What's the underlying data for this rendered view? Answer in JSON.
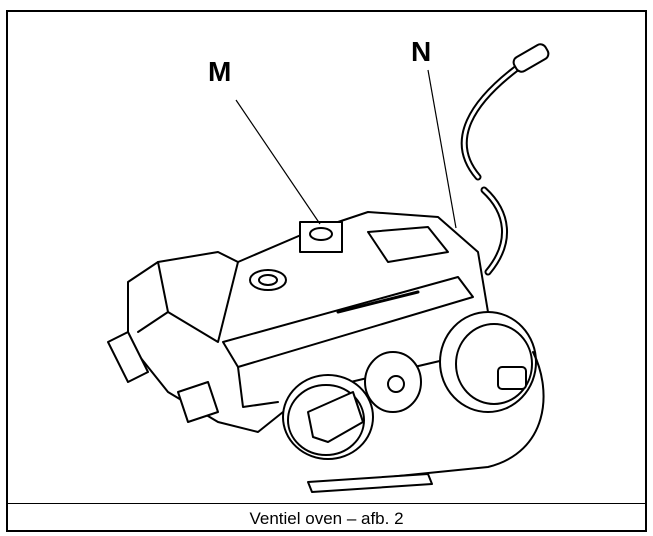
{
  "figure": {
    "callouts": [
      {
        "id": "M",
        "label": "M"
      },
      {
        "id": "N",
        "label": "N"
      }
    ],
    "caption": "Ventiel oven – afb. 2"
  }
}
